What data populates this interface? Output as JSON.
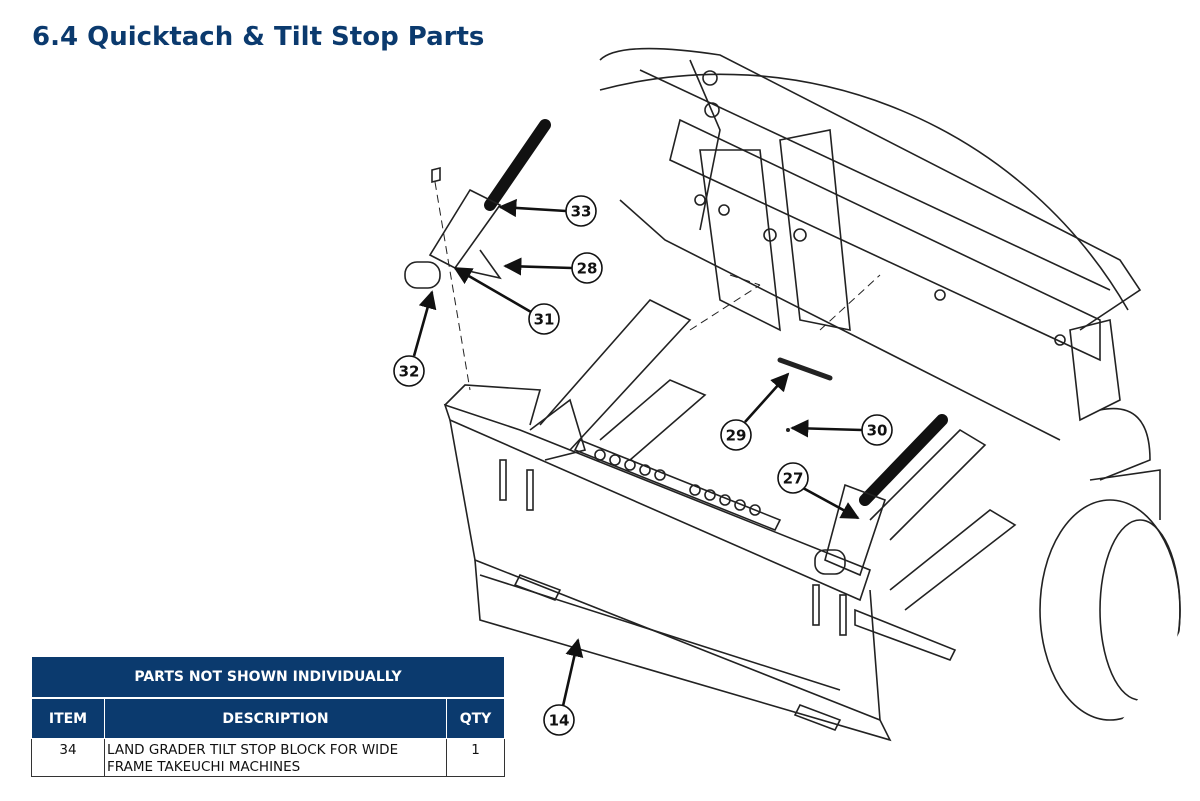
{
  "page": {
    "title": "6.4 Quicktach & Tilt Stop Parts"
  },
  "callouts": [
    "33",
    "28",
    "31",
    "32",
    "29",
    "30",
    "27",
    "14"
  ],
  "parts_table": {
    "banner": "PARTS NOT SHOWN INDIVIDUALLY",
    "headers": {
      "item": "ITEM",
      "description": "DESCRIPTION",
      "qty": "QTY"
    },
    "rows": [
      {
        "item": "34",
        "description": "LAND GRADER TILT STOP BLOCK FOR WIDE FRAME TAKEUCHI MACHINES",
        "qty": "1"
      }
    ]
  }
}
